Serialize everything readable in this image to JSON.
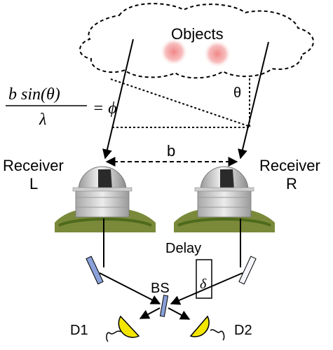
{
  "labels": {
    "objects": "Objects",
    "theta": "θ",
    "baseline": "b",
    "receiver_left_line1": "Receiver",
    "receiver_left_line2": "L",
    "receiver_right_line1": "Receiver",
    "receiver_right_line2": "R",
    "delay": "Delay",
    "delta": "δ",
    "beam_splitter": "BS",
    "detector_1": "D1",
    "detector_2": "D2"
  },
  "formula": {
    "numerator": "b sin(θ)",
    "denominator": "λ",
    "equals": "= ϕ"
  },
  "colors": {
    "object_glow": "#f08080",
    "mirror": "#8aa0d8",
    "detector": "#f2e600",
    "line": "#000000"
  }
}
